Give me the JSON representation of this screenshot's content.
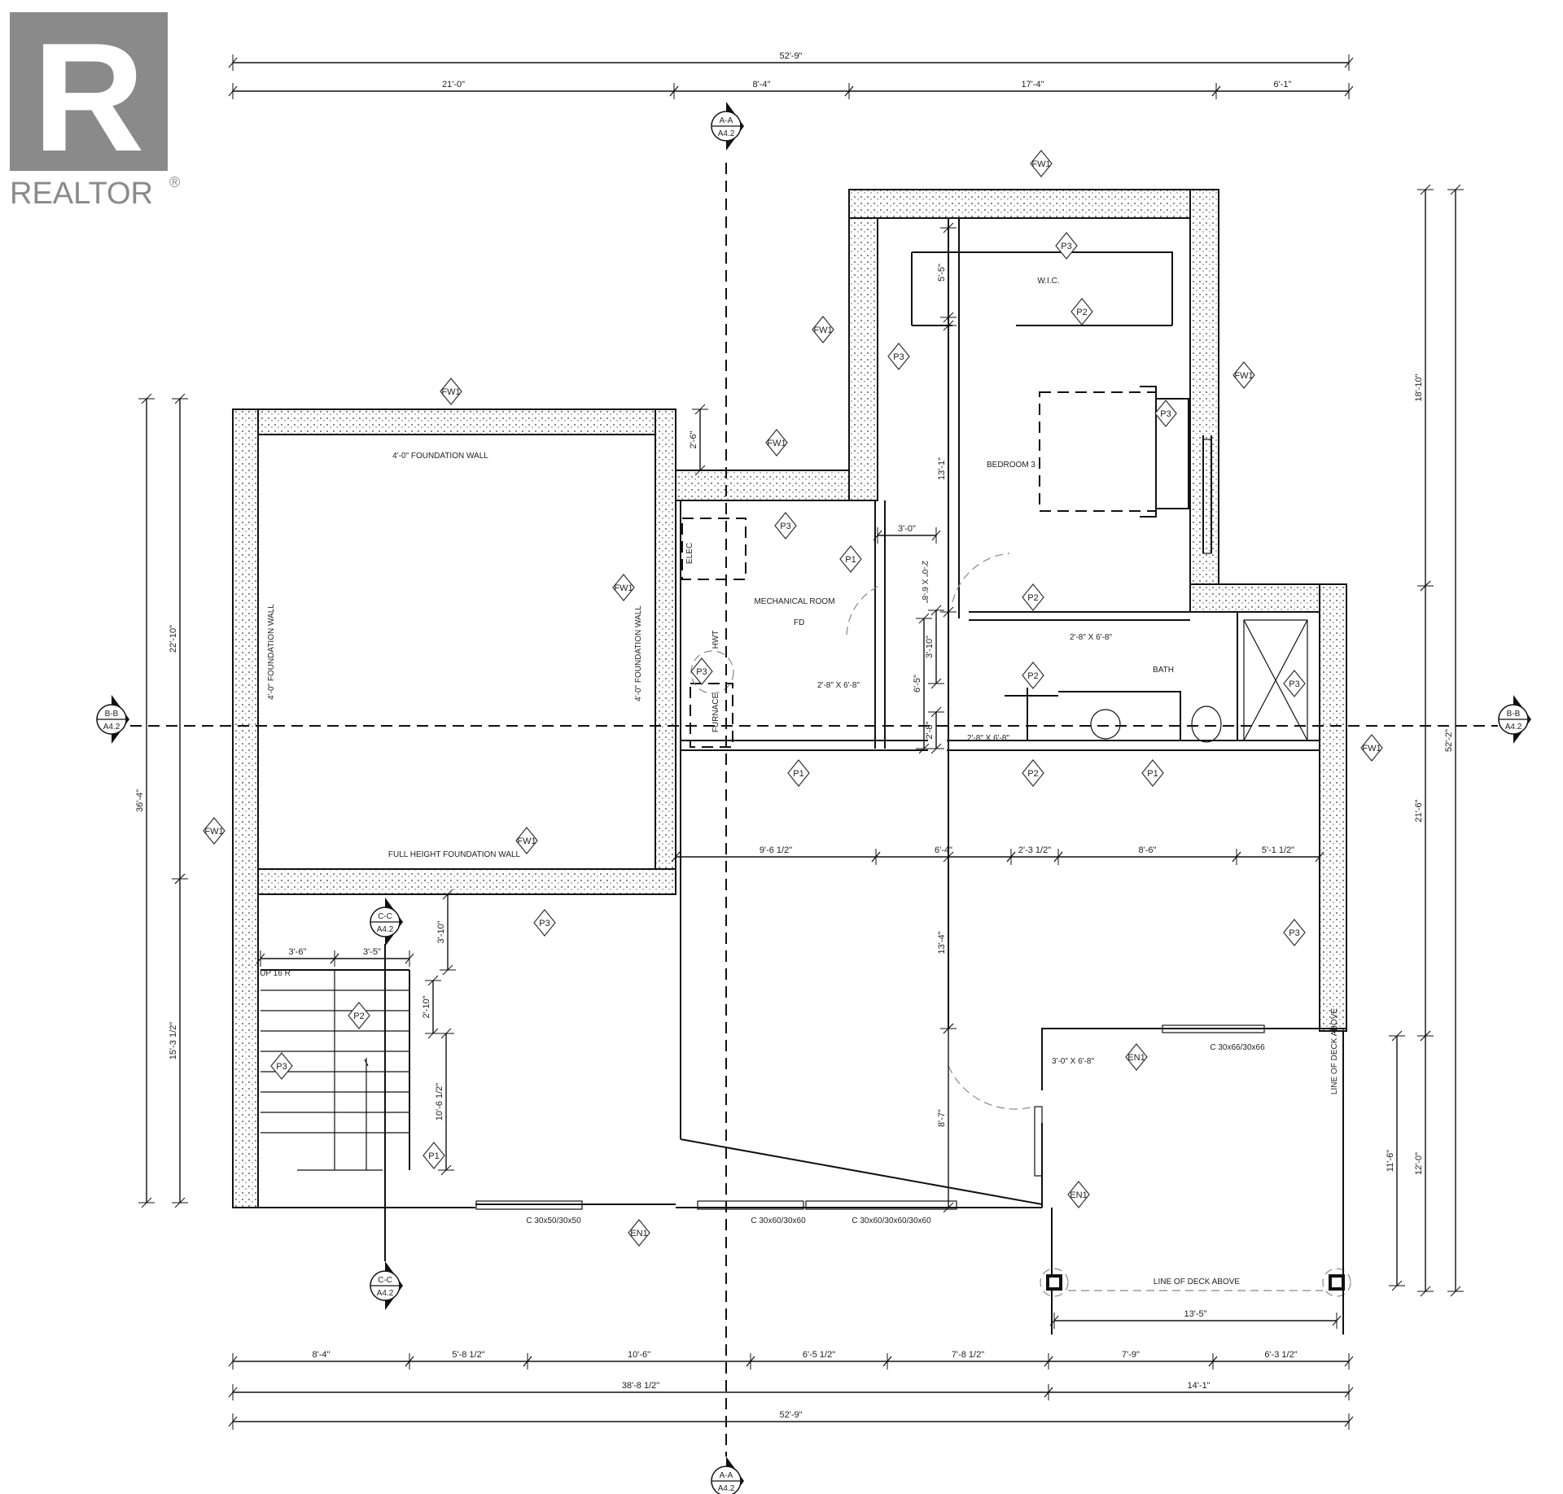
{
  "logo": {
    "brand": "REALTOR",
    "mark": "R",
    "registered": "®"
  },
  "dimensions": {
    "top_overall": "52'-9\"",
    "top_segments": [
      "21'-0\"",
      "8'-4\"",
      "17'-4\"",
      "6'-1\""
    ],
    "bottom_segments": [
      "8'-4\"",
      "5'-8 1/2\"",
      "10'-6\"",
      "6'-5 1/2\"",
      "7'-8 1/2\"",
      "7'-9\"",
      "6'-3 1/2\""
    ],
    "bottom_subtotals": [
      "38'-8 1/2\"",
      "14'-1\""
    ],
    "bottom_overall": "52'-9\"",
    "middle_segments": [
      "9'-6 1/2\"",
      "6'-4\"",
      "2'-3 1/2\"",
      "8'-6\"",
      "5'-1 1/2\""
    ],
    "left_overall": "36'-4\"",
    "left_segments": [
      "22'-10\"",
      "15'-3 1/2\""
    ],
    "right_overall": "52'-2\"",
    "right_segments": [
      "18'-10\"",
      "21'-6\"",
      "12'-0\"",
      "11'-6\""
    ],
    "deck_width": "13'-5\"",
    "interior": [
      "3'-0\"",
      "3'-10\"",
      "6'-5\"",
      "2'-8\"",
      "2'-6\"",
      "5'-5\"",
      "13'-1\"",
      "13'-4\"",
      "8'-7\"",
      "3'-6\"",
      "3'-5\"",
      "3'-10\"",
      "2'-10\"",
      "10'-6 1/2\""
    ]
  },
  "section_markers": [
    {
      "id": "A-A",
      "sheet": "A4.2"
    },
    {
      "id": "A-A",
      "sheet": "A4.2"
    },
    {
      "id": "B-B",
      "sheet": "A4.2"
    },
    {
      "id": "B-B",
      "sheet": "A4.2"
    },
    {
      "id": "C-C",
      "sheet": "A4.2"
    },
    {
      "id": "C-C",
      "sheet": "A4.2"
    }
  ],
  "tags": [
    "FW1",
    "P3",
    "P2",
    "FW1",
    "P3",
    "FW1",
    "P3",
    "FW1",
    "FW1",
    "P3",
    "P1",
    "FW1",
    "P2",
    "P3",
    "P2",
    "P3",
    "FW1",
    "P1",
    "P2",
    "P1",
    "FW1",
    "FW1",
    "P3",
    "P3",
    "P2",
    "P3",
    "EN1",
    "P1",
    "EN1",
    "EN1"
  ],
  "rooms": {
    "foundation_top": "4'-0\" FOUNDATION WALL",
    "foundation_left": "4'-0\" FOUNDATION WALL",
    "foundation_right": "4'-0\" FOUNDATION WALL",
    "foundation_bottom": "FULL HEIGHT FOUNDATION WALL",
    "wic": "W.I.C.",
    "bedroom": "BEDROOM 3",
    "mechanical": "MECHANICAL ROOM",
    "floor_drain": "FD",
    "elec": "ELEC",
    "hwt": "HWT",
    "furnace": "FURNACE",
    "bath": "BATH",
    "stairs": "UP 16 R",
    "deck_line": "LINE OF DECK ABOVE",
    "deck_line_vertical": "LINE OF DECK ABOVE"
  },
  "doors": [
    "2'-8\" X 6'-8\"",
    "2'-8\" X 6'-8\"",
    "2'-8\" X 6'-8\"",
    "2'-0\" X 6'-8\"",
    "3'-0\" X 6'-8\""
  ],
  "windows": [
    "C 30x50/30x50",
    "C 30x60/30x60",
    "C 30x60/30x60/30x60",
    "C 30x66/30x66"
  ]
}
